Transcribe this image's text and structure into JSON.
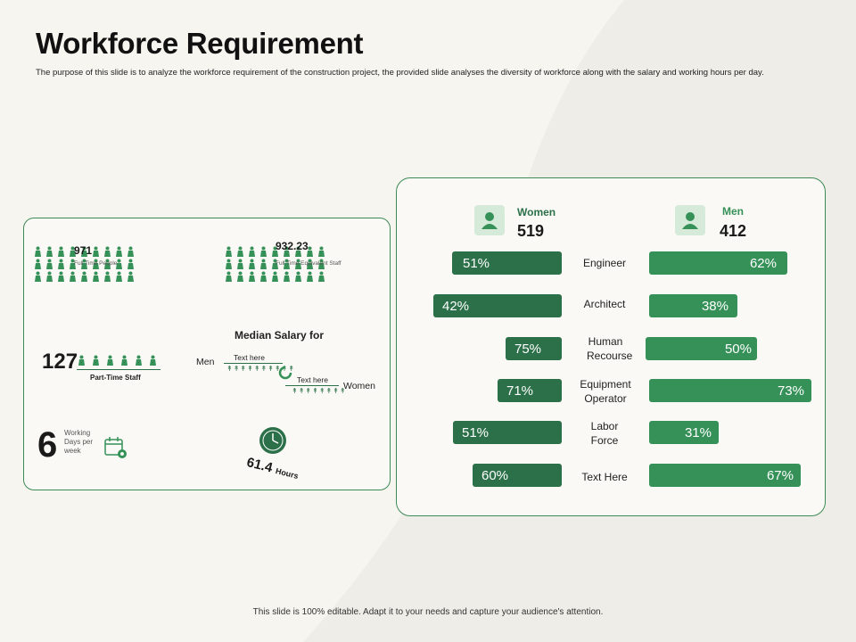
{
  "title": "Workforce Requirement",
  "description": "The purpose of this slide is to analyze the workforce requirement of the construction project, the provided slide analyses the diversity of workforce along with the salary and working hours per day.",
  "footer": "This slide is 100% editable.  Adapt it to your needs and capture your audience's attention.",
  "colors": {
    "dark_green": "#2b7049",
    "green": "#359158",
    "border": "#3d8a56"
  },
  "left": {
    "full_time_people": {
      "value": "971",
      "label": "Full Time People"
    },
    "full_time_equivalent": {
      "value": "932.23",
      "label": "Full Time Equivalent  Staff"
    },
    "part_time": {
      "value": "127",
      "label": "Part-Time  Staff"
    },
    "median_salary": {
      "heading": "Median Salary for",
      "men_label": "Men",
      "women_label": "Women",
      "men_text": "Text here",
      "women_text": "Text here"
    },
    "working_days": {
      "value": "6",
      "label": "Working Days per week"
    },
    "hours": {
      "value": "61.4",
      "unit": "Hours"
    }
  },
  "right": {
    "women": {
      "label": "Women",
      "count": "519"
    },
    "men": {
      "label": "Men",
      "count": "412"
    },
    "rows": [
      {
        "label": "Engineer",
        "women": "51%",
        "men": "62%"
      },
      {
        "label": "Architect",
        "women": "42%",
        "men": "38%"
      },
      {
        "label": "Human Recourse",
        "women": "75%",
        "men": "50%"
      },
      {
        "label": "Equipment Operator",
        "women": "71%",
        "men": "73%"
      },
      {
        "label": "Labor Force",
        "women": "51%",
        "men": "31%"
      },
      {
        "label": "Text Here",
        "women": "60%",
        "men": "67%"
      }
    ]
  }
}
